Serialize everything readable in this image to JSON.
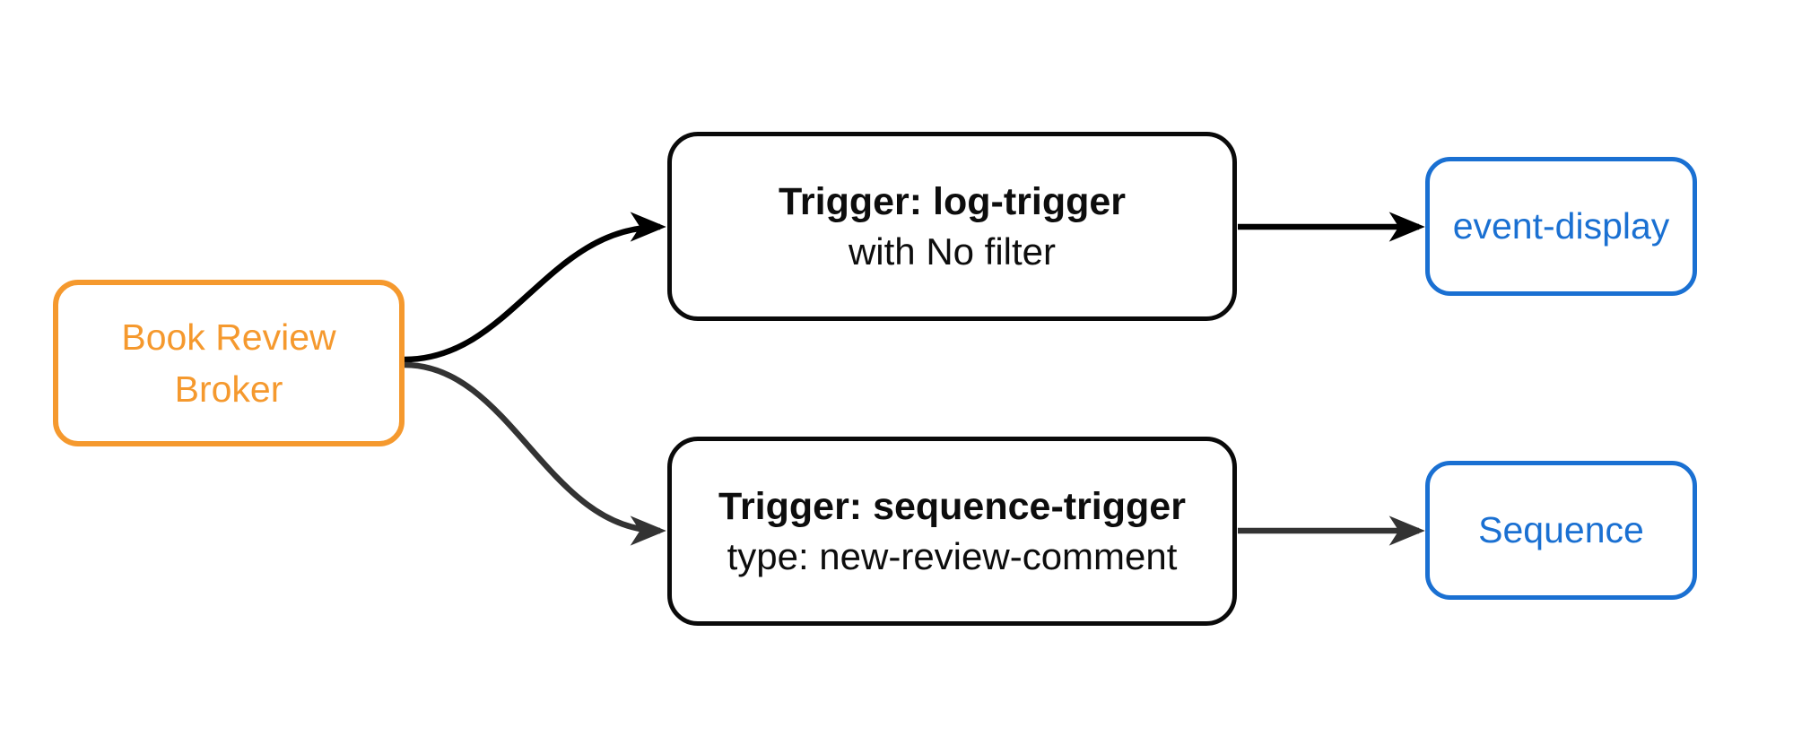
{
  "diagram": {
    "type": "flowchart-left-to-right",
    "background_color": "#ffffff",
    "nodes": {
      "broker": {
        "label": "Book Review Broker",
        "line1": "Book Review",
        "line2": "Broker",
        "border_color": "#F5992E",
        "text_color": "#F5992E",
        "fill": "#ffffff"
      },
      "trigger_log": {
        "title": "Trigger: log-trigger",
        "subtitle": "with No filter",
        "border_color": "#0a0a0a",
        "text_color": "#0d0d0d",
        "fill": "#ffffff"
      },
      "trigger_sequence": {
        "title": "Trigger: sequence-trigger",
        "subtitle": "type: new-review-comment",
        "border_color": "#0a0a0a",
        "text_color": "#0d0d0d",
        "fill": "#ffffff"
      },
      "event_display": {
        "label": "event-display",
        "border_color": "#1A70D2",
        "text_color": "#1A70D2",
        "fill": "#ffffff"
      },
      "sequence": {
        "label": "Sequence",
        "border_color": "#1A70D2",
        "text_color": "#1A70D2",
        "fill": "#ffffff"
      }
    },
    "edges": [
      {
        "from": "broker",
        "to": "trigger_log",
        "style": "curved",
        "color": "#000000"
      },
      {
        "from": "broker",
        "to": "trigger_sequence",
        "style": "curved",
        "color": "#333333"
      },
      {
        "from": "trigger_log",
        "to": "event_display",
        "style": "straight",
        "color": "#000000"
      },
      {
        "from": "trigger_sequence",
        "to": "sequence",
        "style": "straight",
        "color": "#333333"
      }
    ]
  }
}
